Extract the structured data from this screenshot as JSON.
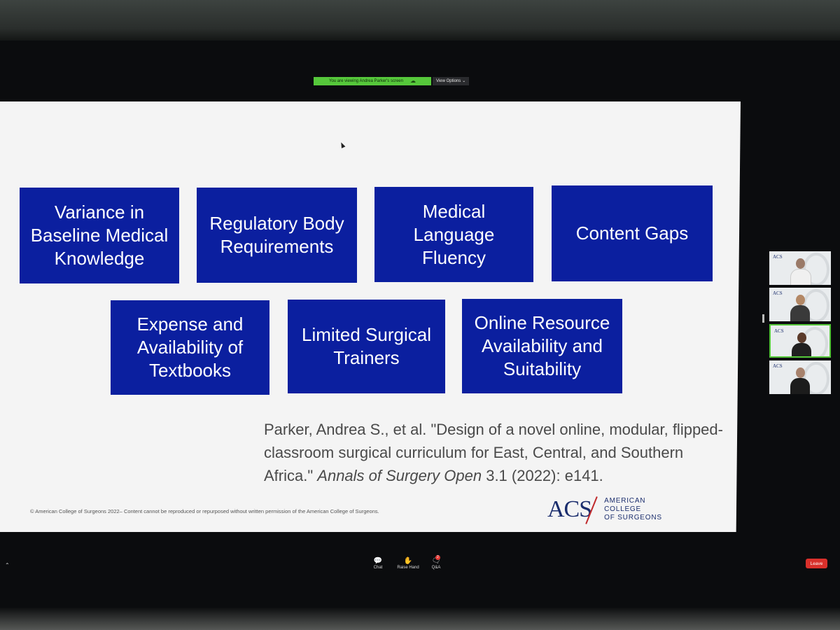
{
  "banner": {
    "share_text": "You are viewing Andrea Parker's screen",
    "view_options": "View Options",
    "cloud_icon": "cloud-icon",
    "accent": "#56c83b"
  },
  "slide": {
    "boxes": [
      "Variance in\nBaseline Medical\nKnowledge",
      "Regulatory Body\nRequirements",
      "Medical\nLanguage\nFluency",
      "Content Gaps",
      "Expense and\nAvailability of\nTextbooks",
      "Limited Surgical\nTrainers",
      "Online Resource\nAvailability and\nSuitability"
    ],
    "box_color": "#0b1f9f",
    "citation": {
      "pre": "Parker, Andrea S., et al. \"Design of a novel online, modular, flipped-classroom surgical curriculum for East, Central, and Southern Africa.\" ",
      "journal": "Annals of Surgery Open",
      "post": " 3.1 (2022): e141."
    },
    "copyright": "© American College of Surgeons 2022– Content cannot be reproduced or repurposed without written permission of the American College of Surgeons.",
    "logo_mark": "ACS",
    "logo_text_line1": "AMERICAN COLLEGE",
    "logo_text_line2": "OF SURGEONS"
  },
  "participants": [
    {
      "logo": "ACS",
      "active": false
    },
    {
      "logo": "ACS",
      "active": false
    },
    {
      "logo": "ACS",
      "active": true
    },
    {
      "logo": "ACS",
      "active": false
    }
  ],
  "toolbar": {
    "chat": "Chat",
    "raise_hand": "Raise Hand",
    "qa": "Q&A",
    "qa_badge": "2",
    "leave": "Leave",
    "leave_color": "#d9302b"
  }
}
